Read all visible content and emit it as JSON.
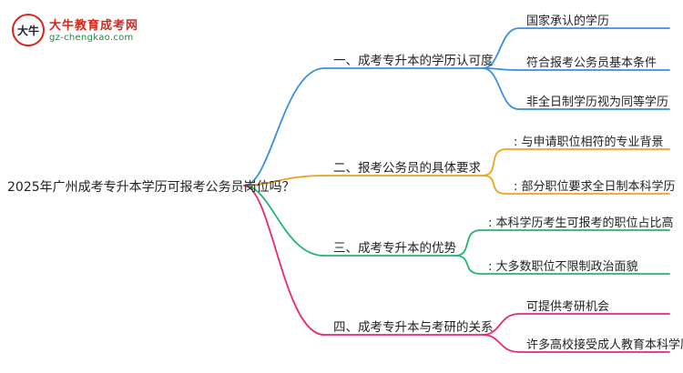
{
  "logo": {
    "title": "大牛教育成考网",
    "url": "gz-chengkao.com",
    "mark_text": "大牛",
    "colors": {
      "title": "#d9261c",
      "url": "#1b8a3c"
    }
  },
  "root": "2025年广州成考专升本学历可报考公务员岗位吗？",
  "branches": [
    {
      "label": "一、成考专升本的学历认可度",
      "color": "#3b8fe0",
      "children": [
        "国家承认的学历",
        "符合报考公务员基本条件",
        "非全日制学历视为同等学历"
      ]
    },
    {
      "label": "二、报考公务员的具体要求",
      "color": "#f0a21a",
      "children": [
        ": 与申请职位相符的专业背景",
        ": 部分职位要求全日制本科学历"
      ]
    },
    {
      "label": "三、成考专升本的优势",
      "color": "#22b573",
      "children": [
        ": 本科学历考生可报考的职位占比高",
        ": 大多数职位不限制政治面貌"
      ]
    },
    {
      "label": "四、成考专升本与考研的关系",
      "color": "#e8287a",
      "children": [
        "可提供考研机会",
        "许多高校接受成人教育本科学历"
      ]
    }
  ]
}
